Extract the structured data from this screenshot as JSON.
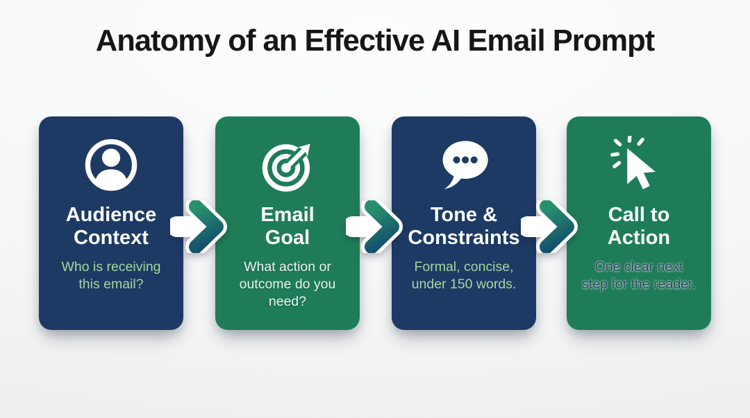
{
  "header": {
    "title": "Anatomy of an Effective AI Email Prompt"
  },
  "colors": {
    "card_navy": "#1d3a64",
    "card_green": "#1e7d58",
    "pale_green_subtitle": "#a5d79f",
    "white_subtitle": "#edf4f1",
    "dark_slate_subtitle": "#2b4960",
    "arrow_gradient_top": "#28906f",
    "arrow_gradient_bottom": "#14506b",
    "heading_text": "#161616",
    "background": "#f7f8f8",
    "icon_white": "#ffffff"
  },
  "cards": [
    {
      "id": "audience-context",
      "theme": "navy",
      "icon": "person-icon",
      "title": "Audience\nContext",
      "subtitle": "Who is receiving\nthis email?"
    },
    {
      "id": "email-goal",
      "theme": "green",
      "icon": "target-dart-icon",
      "title": "Email\nGoal",
      "subtitle": "What action or\noutcome do you\nneed?"
    },
    {
      "id": "tone-constraints",
      "theme": "navy",
      "icon": "speech-bubble-icon",
      "title": "Tone &\nConstraints",
      "subtitle": "Formal, concise,\nunder 150 words."
    },
    {
      "id": "call-to-action",
      "theme": "green",
      "icon": "cursor-click-icon",
      "title": "Call to\nAction",
      "subtitle": "One clear next\nstep for the reader."
    }
  ]
}
